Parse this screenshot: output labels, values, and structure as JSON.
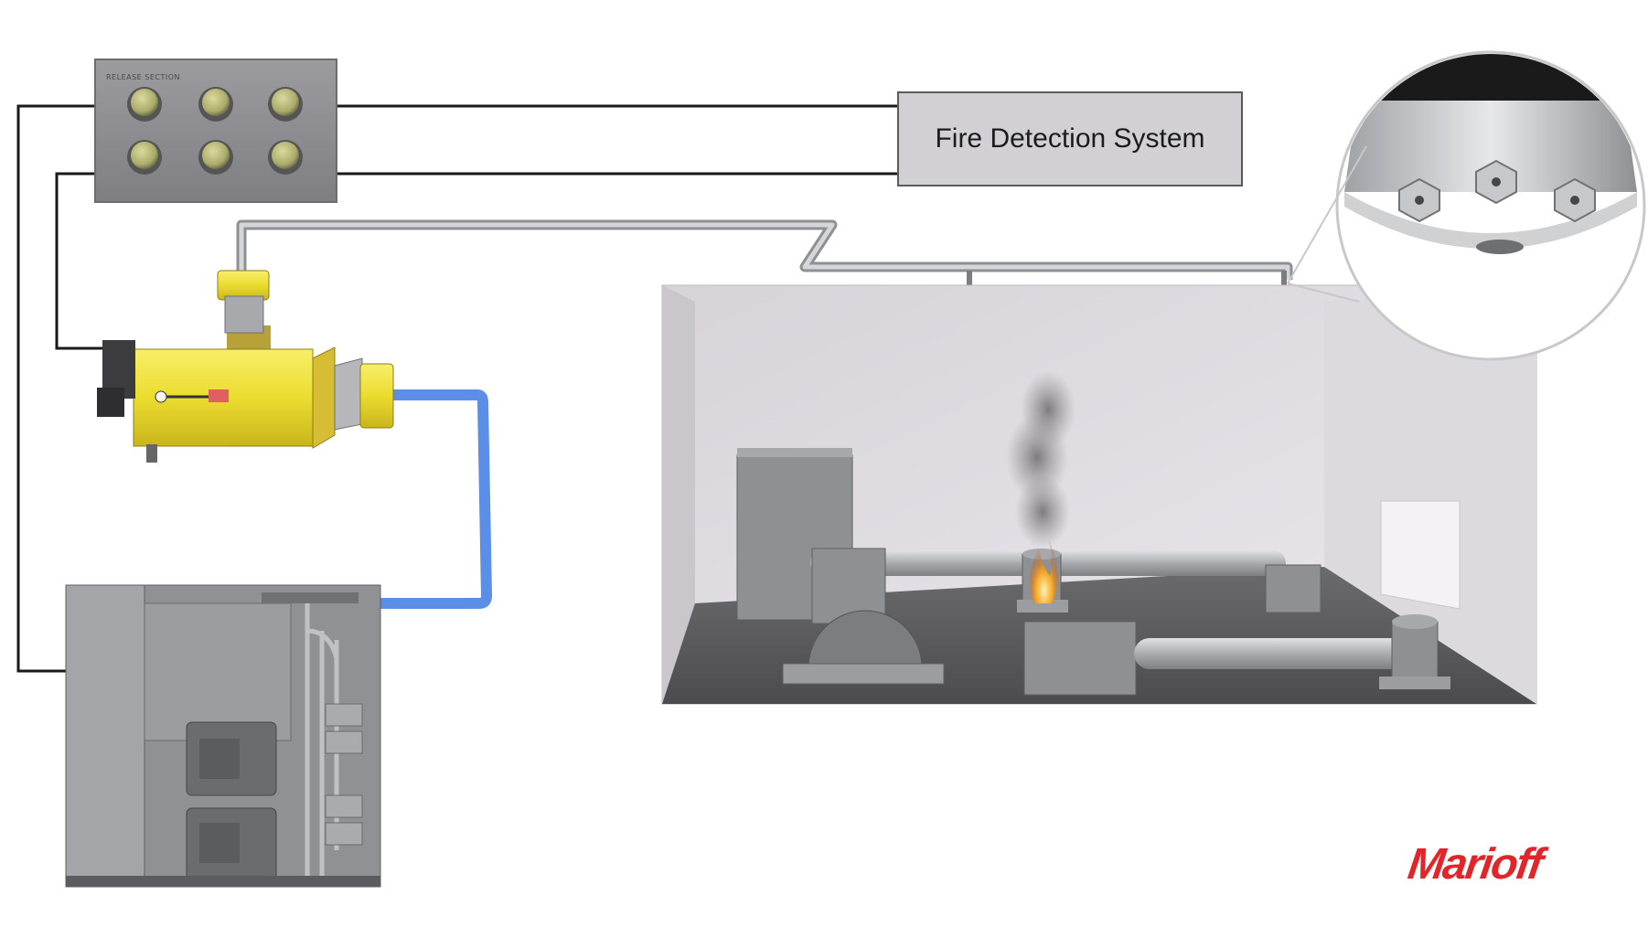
{
  "labels": {
    "fire_detection_system": "Fire Detection System",
    "release_section": "RELEASE SECTION",
    "brand": "Marioff"
  },
  "colors": {
    "wire": "#1a1a1a",
    "panel": "#8d8d90",
    "button": "#c7c78a",
    "valve_yellow": "#f0e23a",
    "blue_hose": "#5b8ee6",
    "pipe": "#b7b9bc",
    "room_wall": "#e2dfe4",
    "room_floor": "#5e5e60",
    "machine": "#9a9c9c",
    "flame": "#f4a623",
    "brand_red": "#e0262b"
  },
  "icons": [
    "release-panel-button",
    "solenoid-valve",
    "pump-unit",
    "spray-nozzle",
    "flame-icon",
    "smoke-plume"
  ]
}
